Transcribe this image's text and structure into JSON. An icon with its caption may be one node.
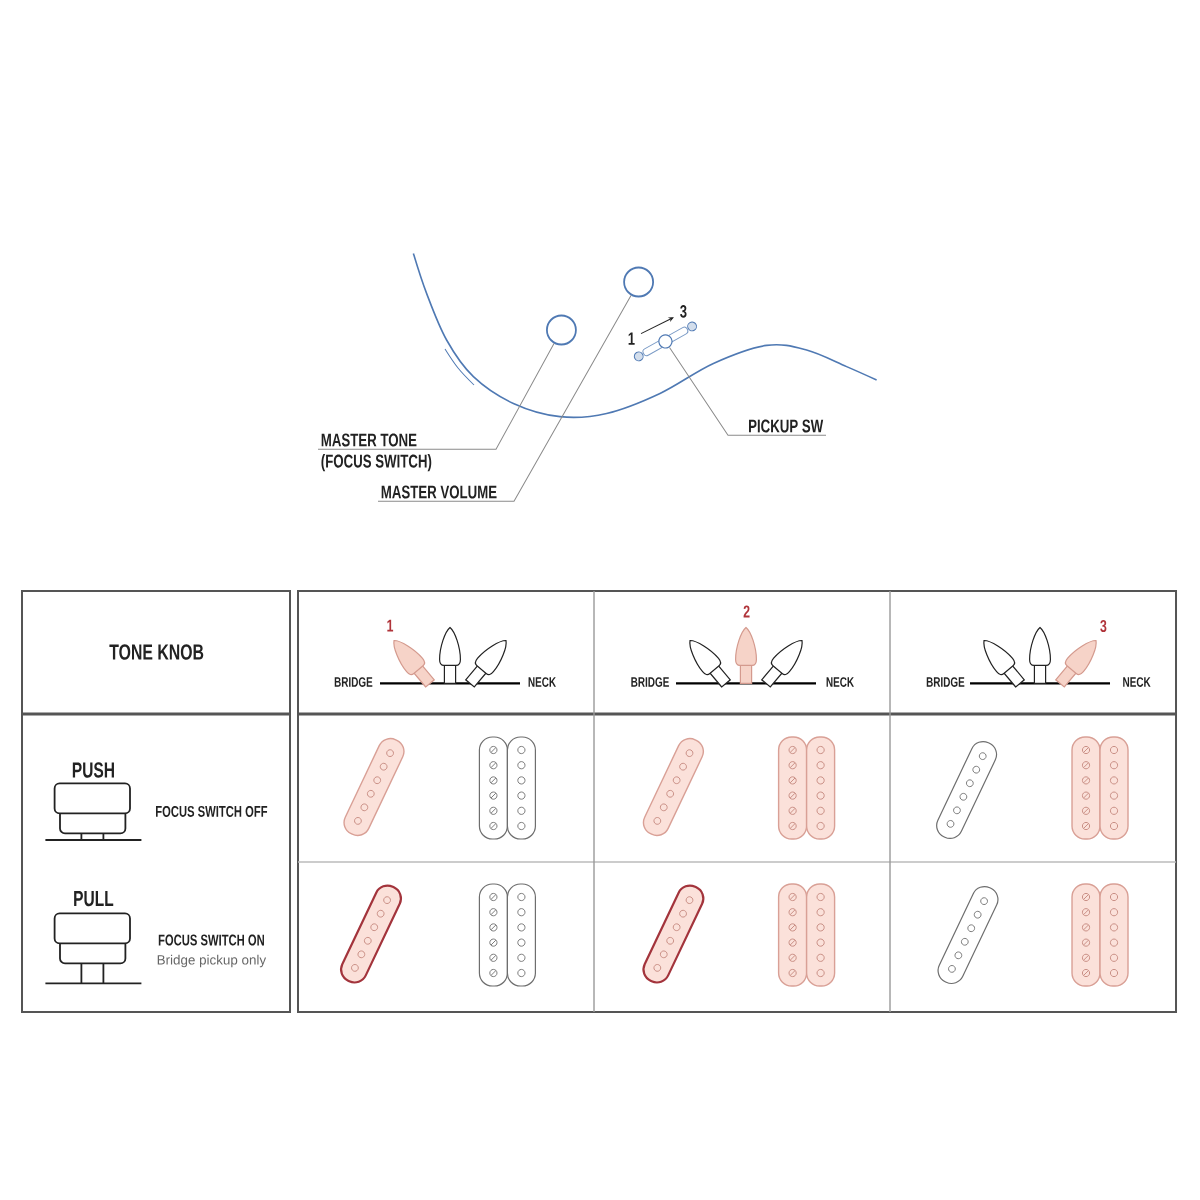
{
  "diagram": {
    "nodes": [
      {
        "text": [],
        "shape": "circle"
      },
      {
        "text": [],
        "shape": "circle"
      },
      {
        "text": [],
        "shape": "picture"
      },
      {
        "text": [
          "PICKUP SW"
        ]
      },
      {
        "text": [
          "MASTER TONE"
        ],
        "beside": [
          "(FOCUS SWITCH)"
        ]
      },
      {
        "text": [
          "MASTER VOLUME"
        ]
      }
    ],
    "edges": [
      {
        "from": 4,
        "to": 1,
        "arrow": "none"
      },
      {
        "from": 5,
        "to": 0,
        "arrow": "none"
      },
      {
        "from": 3,
        "to": 2,
        "arrow": "none"
      }
    ],
    "labels": [
      "1",
      "3",
      "TONE KNOB",
      "1",
      "BRIDGE",
      "NECK",
      "2",
      "BRIDGE",
      "NECK",
      "3",
      "BRIDGE",
      "NECK",
      "PUSH",
      "FOCUS SWITCH OFF",
      "PULL",
      "FOCUS SWITCH ON",
      "Bridge pickup only"
    ]
  }
}
